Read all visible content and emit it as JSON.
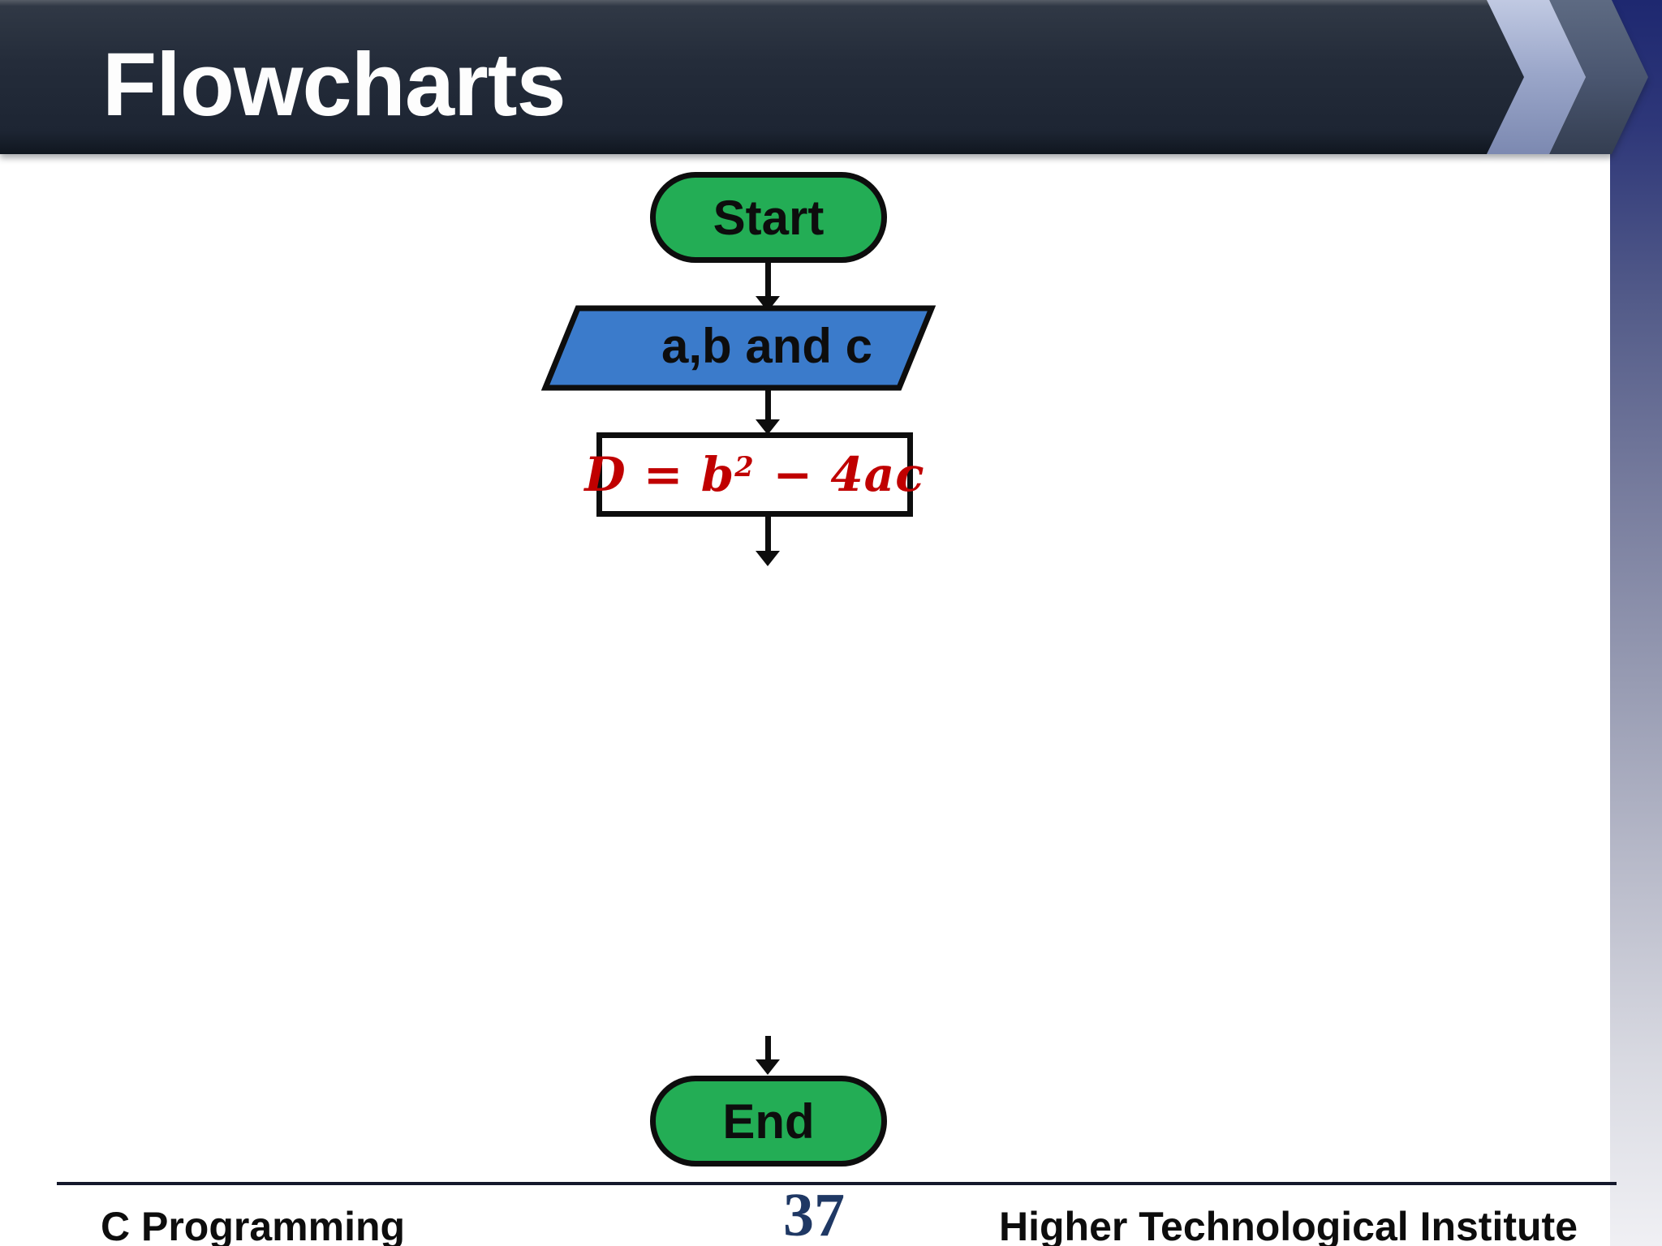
{
  "header": {
    "title": "Flowcharts"
  },
  "flowchart": {
    "nodes": {
      "start": {
        "type": "terminator",
        "label": "Start"
      },
      "input": {
        "type": "data-input-parallelogram",
        "label": "a,b and c"
      },
      "process": {
        "type": "process",
        "formula_lhs": "D = b",
        "formula_sup": "2",
        "formula_rhs": " − 4ac"
      },
      "end": {
        "type": "terminator",
        "label": "End"
      }
    }
  },
  "footer": {
    "course": "C Programming",
    "page_number": "37",
    "institution": "Higher Technological Institute"
  },
  "colors": {
    "header_bg": "#242c3a",
    "terminal_green": "#23ad55",
    "io_blue": "#3b7bcb",
    "formula_red": "#c00000",
    "page_number_navy": "#1f3864",
    "chevron_light": "#9aa6c9",
    "chevron_slate": "#4a5670",
    "strip_navy": "#1e2870"
  }
}
